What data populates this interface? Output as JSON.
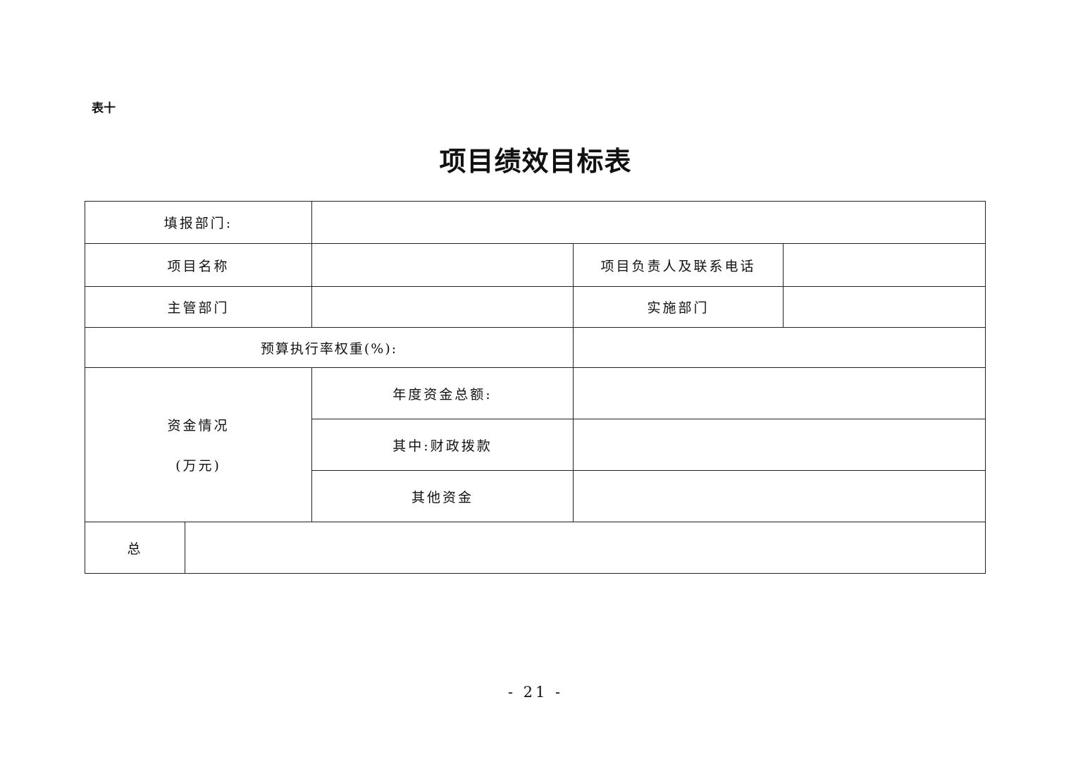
{
  "table_tag": "表十",
  "title": "项目绩效目标表",
  "rows": {
    "fill_dept_label": "填报部门:",
    "project_name_label": "项目名称",
    "project_lead_label": "项目负责人及联系电话",
    "supervising_dept_label": "主管部门",
    "implementing_dept_label": "实施部门",
    "budget_weight_label": "预算执行率权重(%):",
    "funding_label": "资金情况",
    "funding_unit": "(万元)",
    "annual_total_label": "年度资金总额:",
    "fiscal_label": "其中:财政拨款",
    "other_funds_label": "其他资金",
    "total_label": "总"
  },
  "page_number": "- 21 -"
}
